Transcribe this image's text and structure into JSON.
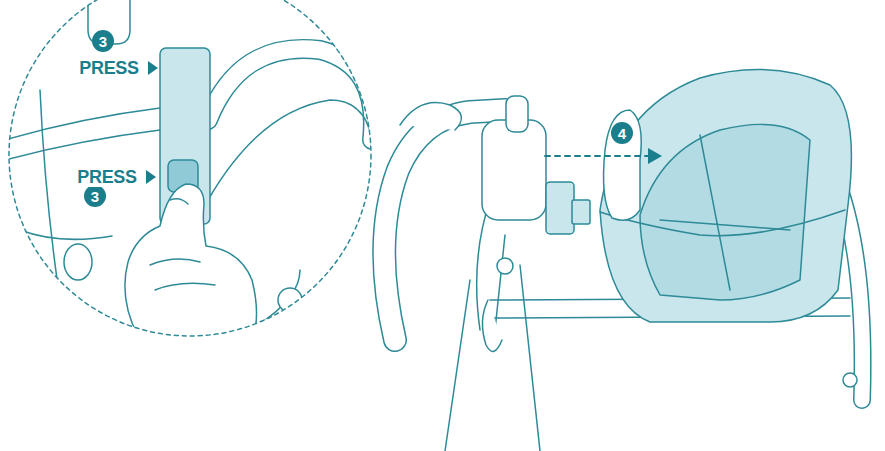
{
  "diagram": {
    "labels": [
      "3",
      "PRESS",
      "PRESS",
      "3",
      "4"
    ]
  }
}
